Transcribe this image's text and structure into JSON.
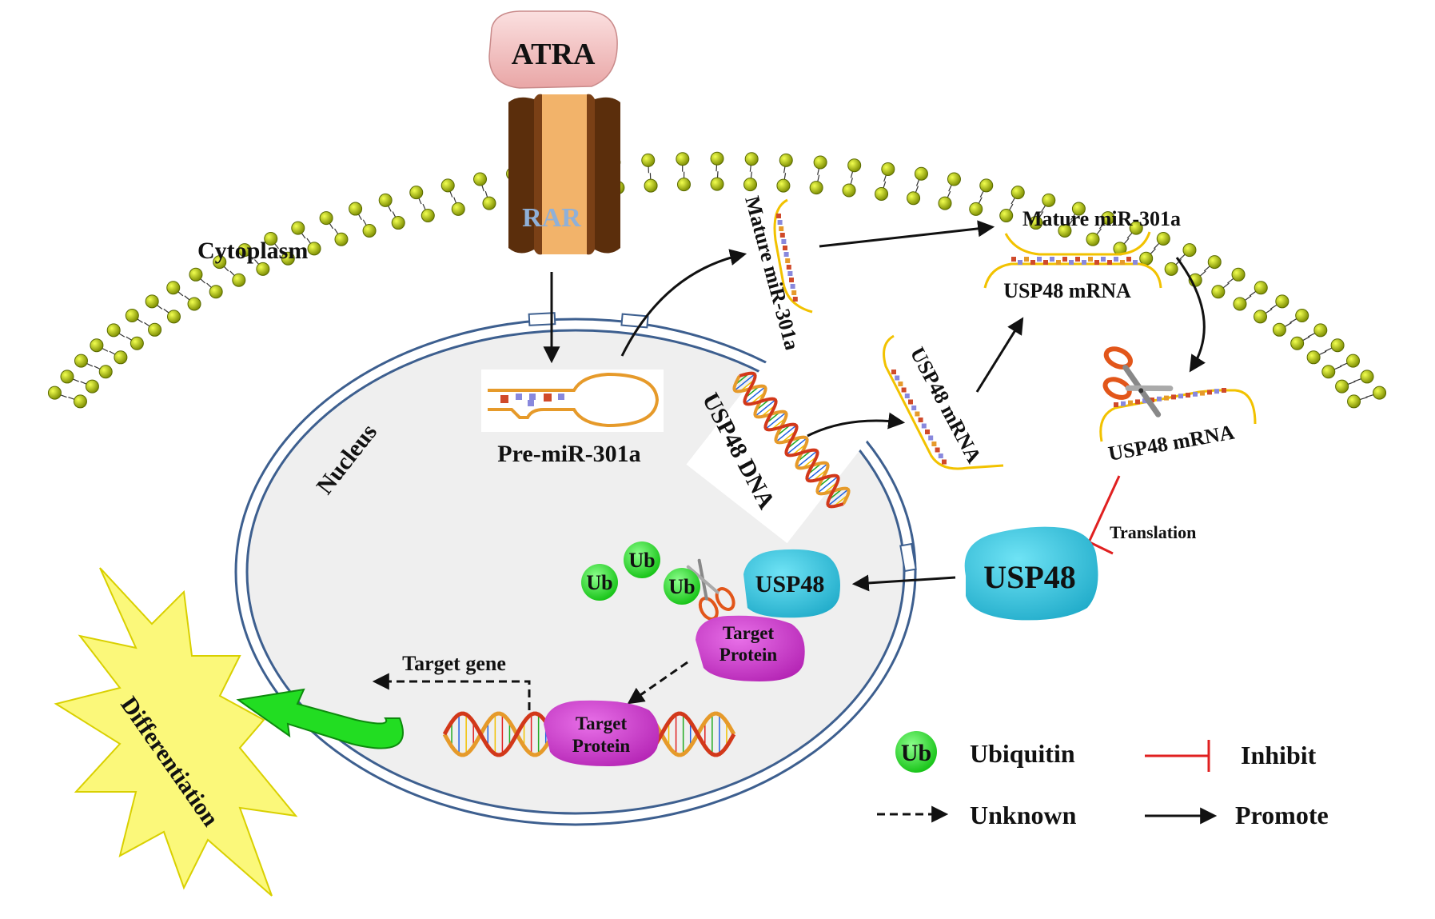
{
  "labels": {
    "atra": "ATRA",
    "rar": "RAR",
    "cytoplasm": "Cytoplasm",
    "nucleus": "Nucleus",
    "pre_mir": "Pre-miR-301a",
    "usp48_dna": "USP48 DNA",
    "mature_mir_vertical": "Mature miR-301a",
    "mature_mir": "Mature miR-301a",
    "usp48_mrna_complex": "USP48 mRNA",
    "usp48_mrna_diag": "USP48 mRNA",
    "usp48_mrna_cleaved": "USP48 mRNA",
    "translation": "Translation",
    "usp48_big": "USP48",
    "usp48_small": "USP48",
    "ub": "Ub",
    "target_protein_1a": "Target",
    "target_protein_1b": "Protein",
    "target_protein_2a": "Target",
    "target_protein_2b": "Protein",
    "target_gene": "Target gene",
    "differentiation": "Differentiation"
  },
  "legend": {
    "ub_symbol": "Ub",
    "ubiquitin": "Ubiquitin",
    "inhibit": "Inhibit",
    "unknown": "Unknown",
    "promote": "Promote"
  },
  "colors": {
    "membrane_head": "#c8d400",
    "membrane_head_dark": "#5a6a00",
    "receptor_brown": "#5b2e0c",
    "receptor_orange": "#f2b36a",
    "atra_pink": "#f4c2c2",
    "nucleus_fill": "#f0f0f0",
    "nucleus_stroke": "#3d5f8f",
    "usp48_cyan": "#33c4e0",
    "target_magenta": "#cc33cc",
    "ub_green": "#22dd22",
    "inhibit_red": "#e02020",
    "differentiation_yellow": "#fbf87a",
    "curved_arrow_green": "#22dd22"
  }
}
